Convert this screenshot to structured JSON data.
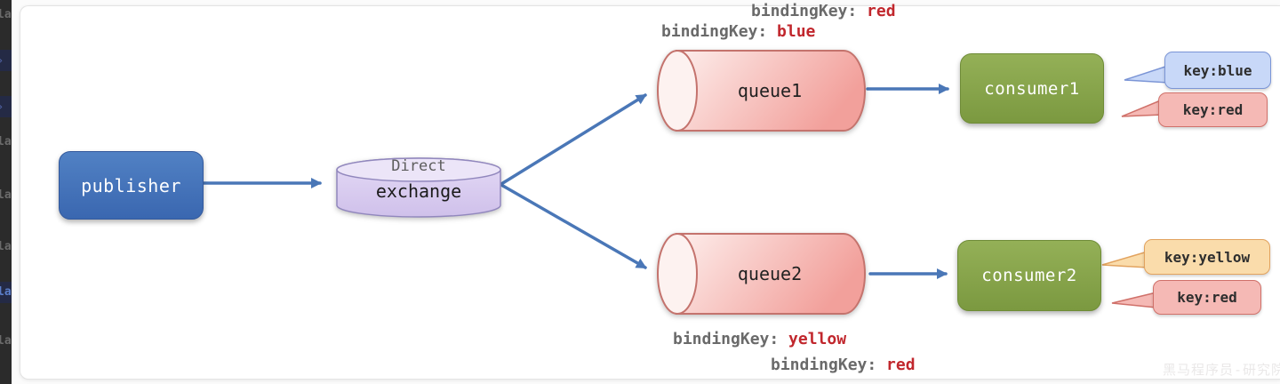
{
  "window": {
    "background": "#fbfbfb",
    "canvas_background": "#ffffff",
    "canvas_border": "#e3e3e3"
  },
  "sidebar": {
    "background": "#2b2b2b",
    "highlight_row_background": "#242a45",
    "items": [
      {
        "text": "la",
        "type": "text-fragment"
      },
      {
        "text": "›",
        "type": "chevron-row"
      },
      {
        "text": "›",
        "type": "chevron-row"
      },
      {
        "text": "la",
        "type": "text-fragment"
      },
      {
        "text": "la",
        "type": "text-fragment"
      },
      {
        "text": "la",
        "type": "text-fragment"
      },
      {
        "text": "la",
        "type": "highlighted-row"
      },
      {
        "text": "la",
        "type": "text-fragment"
      }
    ]
  },
  "diagram": {
    "publisher": {
      "label": "publisher",
      "fill_top": "#5181c4",
      "fill_bottom": "#3a67b0"
    },
    "exchange": {
      "type_label": "Direct",
      "label": "exchange",
      "fill": "#d8cbf0",
      "border": "#9187bd"
    },
    "queue1": {
      "label": "queue1"
    },
    "queue2": {
      "label": "queue2"
    },
    "queue_fill": "#f3a49f",
    "queue_border": "#c4736d",
    "consumer1": {
      "label": "consumer1"
    },
    "consumer2": {
      "label": "consumer2"
    },
    "consumer_fill": "#84a147",
    "arrow_color": "#4a77b7",
    "binding_labels": [
      {
        "prefix": "bindingKey: ",
        "value": "red",
        "value_color": "#c1272d"
      },
      {
        "prefix": "bindingKey: ",
        "value": "blue",
        "value_color": "#c1272d"
      },
      {
        "prefix": "bindingKey: ",
        "value": "yellow",
        "value_color": "#c1272d"
      },
      {
        "prefix": "bindingKey: ",
        "value": "red",
        "value_color": "#c1272d"
      }
    ],
    "key_tags": [
      {
        "label": "key:blue",
        "fill": "#c8d8f8",
        "border": "#7b95d6"
      },
      {
        "label": "key:red",
        "fill": "#f5b9b5",
        "border": "#d0716a"
      },
      {
        "label": "key:yellow",
        "fill": "#fadcab",
        "border": "#e2a35f"
      },
      {
        "label": "key:red",
        "fill": "#f5b9b5",
        "border": "#d0716a"
      }
    ]
  },
  "watermark": {
    "text": "黑马程序员-研究院",
    "color": "#eae8e8"
  }
}
